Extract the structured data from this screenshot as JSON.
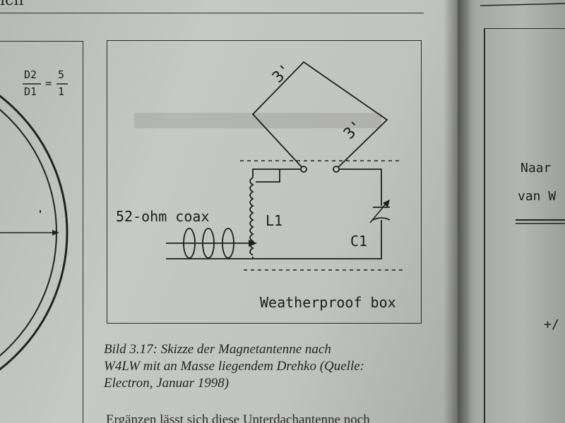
{
  "header": {
    "word": "ich"
  },
  "left_panel": {
    "ratio": {
      "numerator": "D2",
      "denominator": "D1",
      "equals": "=",
      "rhs_numerator": "5",
      "rhs_denominator": "1"
    }
  },
  "diagram": {
    "side_label_top": "3'",
    "side_label_right": "3'",
    "coax_label": "52-ohm  coax",
    "inductor_label": "L1",
    "capacitor_label": "C1",
    "box_label": "Weatherproof  box"
  },
  "figure_caption": {
    "line1": "Bild 3.17: Skizze der Magnetantenne nach",
    "line2": "W4LW mit an Masse liegendem Drehko (Quelle:",
    "line3": "Electron, Januar 1998)"
  },
  "body_text": "Ergänzen lässt sich diese Unterdachantenne noch",
  "right_page": {
    "line1": "Naar",
    "line2": "van W",
    "line3": "+/"
  }
}
